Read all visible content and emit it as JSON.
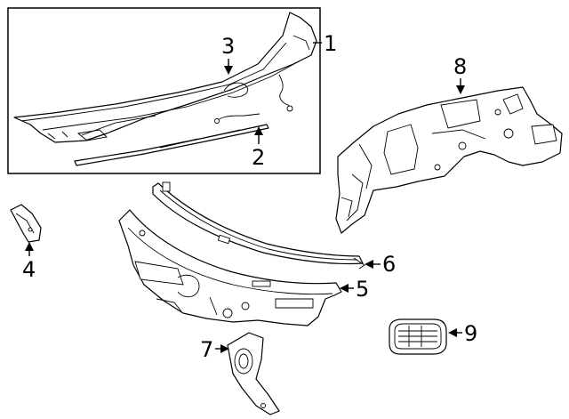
{
  "diagram": {
    "callouts": [
      {
        "id": "1",
        "label": "1",
        "part": "cowl-vent-panel-assembly"
      },
      {
        "id": "2",
        "label": "2",
        "part": "weatherstrip-seal"
      },
      {
        "id": "3",
        "label": "3",
        "part": "cowl-panel-grille"
      },
      {
        "id": "4",
        "label": "4",
        "part": "side-bracket"
      },
      {
        "id": "5",
        "label": "5",
        "part": "cowl-panel"
      },
      {
        "id": "6",
        "label": "6",
        "part": "upper-cowl-reinforcement"
      },
      {
        "id": "7",
        "label": "7",
        "part": "mounting-bracket"
      },
      {
        "id": "8",
        "label": "8",
        "part": "dash-panel"
      },
      {
        "id": "9",
        "label": "9",
        "part": "vent-grille"
      }
    ]
  }
}
